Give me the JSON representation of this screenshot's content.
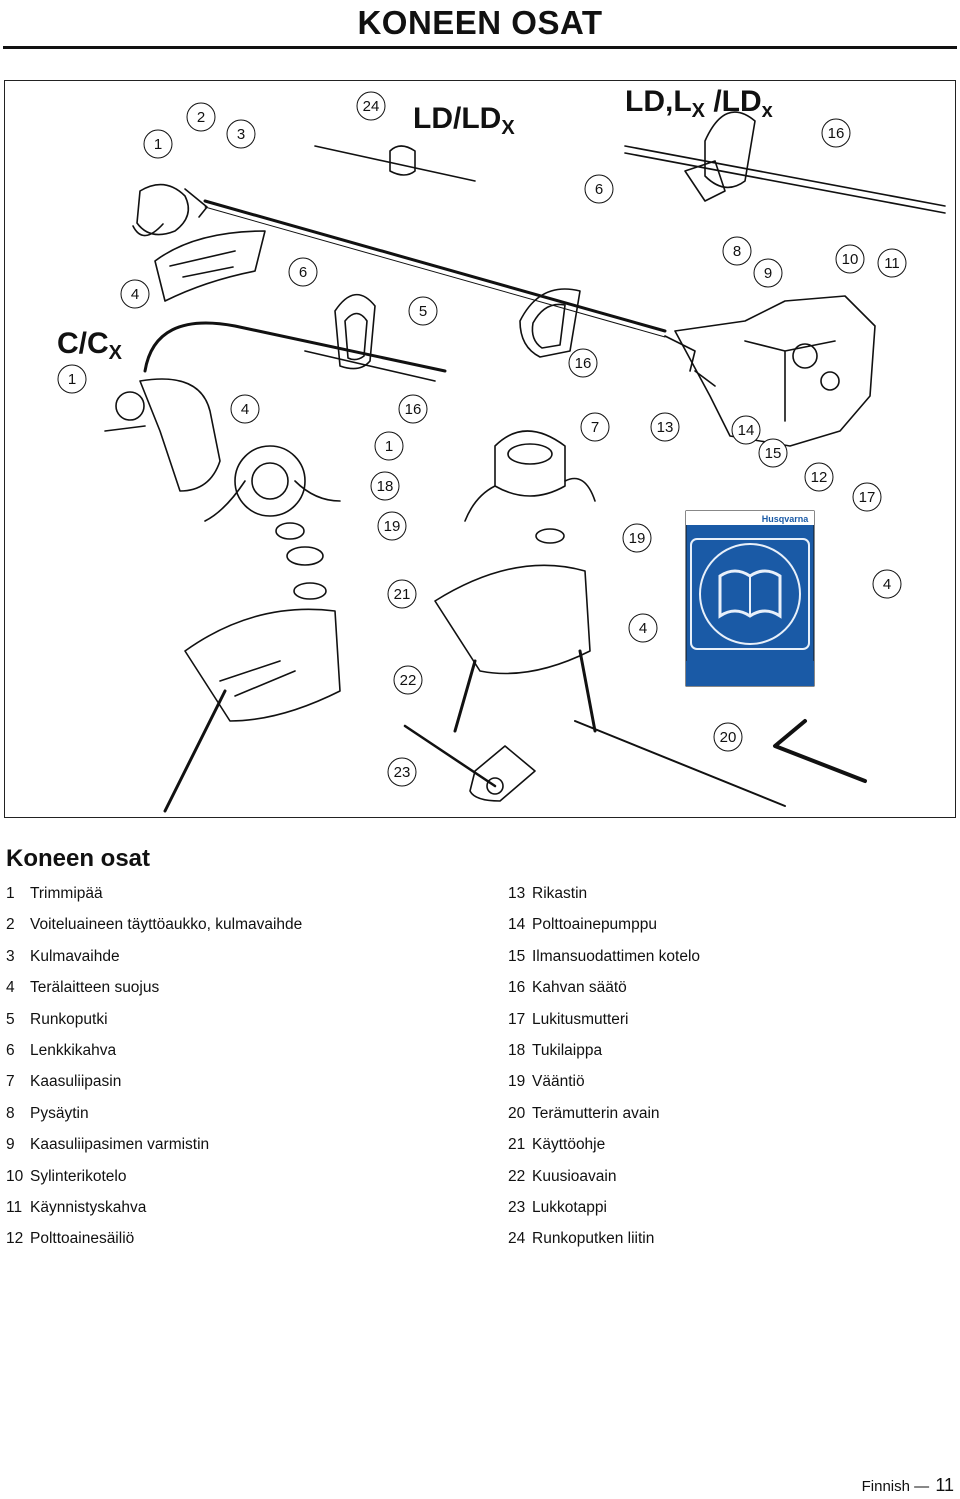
{
  "page": {
    "title": "KONEEN OSAT",
    "language": "Finnish",
    "page_number": "11",
    "footer_dash": "—"
  },
  "figure": {
    "model_cc": "C/C",
    "model_cc_sub": "X",
    "model_ld": "LD/LD",
    "model_ld_sub": "X",
    "model_ldl_a": "LD,L",
    "model_ldl_sub1": "X",
    "model_ldl_b": " /LD",
    "model_ldl_sub2": "x",
    "manual_brand": "Husqvarna",
    "callouts": [
      "1",
      "2",
      "3",
      "24",
      "6",
      "16",
      "4",
      "6",
      "5",
      "16",
      "8",
      "9",
      "10",
      "11",
      "1",
      "4",
      "16",
      "1",
      "7",
      "13",
      "14",
      "15",
      "12",
      "17",
      "18",
      "19",
      "19",
      "21",
      "4",
      "4",
      "22",
      "20",
      "23"
    ]
  },
  "legend": {
    "heading": "Koneen osat",
    "left": [
      {
        "n": "1",
        "label": "Trimmipää"
      },
      {
        "n": "2",
        "label": "Voiteluaineen täyttöaukko, kulmavaihde"
      },
      {
        "n": "3",
        "label": "Kulmavaihde"
      },
      {
        "n": "4",
        "label": "Terälaitteen suojus"
      },
      {
        "n": "5",
        "label": "Runkoputki"
      },
      {
        "n": "6",
        "label": "Lenkkikahva"
      },
      {
        "n": "7",
        "label": "Kaasuliipasin"
      },
      {
        "n": "8",
        "label": "Pysäytin"
      },
      {
        "n": "9",
        "label": "Kaasuliipasimen varmistin"
      },
      {
        "n": "10",
        "label": "Sylinterikotelo"
      },
      {
        "n": "11",
        "label": "Käynnistyskahva"
      },
      {
        "n": "12",
        "label": "Polttoainesäiliö"
      }
    ],
    "right": [
      {
        "n": "13",
        "label": "Rikastin"
      },
      {
        "n": "14",
        "label": "Polttoainepumppu"
      },
      {
        "n": "15",
        "label": "Ilmansuodattimen kotelo"
      },
      {
        "n": "16",
        "label": "Kahvan säätö"
      },
      {
        "n": "17",
        "label": "Lukitusmutteri"
      },
      {
        "n": "18",
        "label": "Tukilaippa"
      },
      {
        "n": "19",
        "label": "Vääntiö"
      },
      {
        "n": "20",
        "label": "Terämutterin avain"
      },
      {
        "n": "21",
        "label": "Käyttöohje"
      },
      {
        "n": "22",
        "label": "Kuusioavain"
      },
      {
        "n": "23",
        "label": "Lukkotappi"
      },
      {
        "n": "24",
        "label": "Runkoputken liitin"
      }
    ]
  },
  "colors": {
    "manual_blue": "#1a5aa6",
    "manual_light": "#e8f0fa",
    "line": "#111111"
  }
}
